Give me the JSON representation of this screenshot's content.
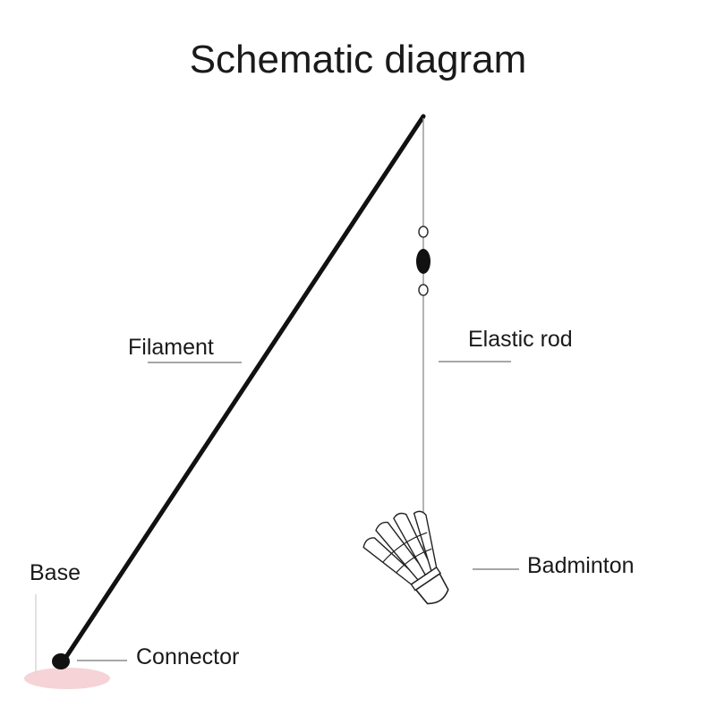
{
  "title": "Schematic diagram",
  "labels": {
    "filament": "Filament",
    "elastic_rod": "Elastic rod",
    "base": "Base",
    "connector": "Connector",
    "badminton": "Badminton"
  },
  "colors": {
    "ink": "#111111",
    "leader": "#8a8a8a",
    "base_pad": "#f3c8cc"
  }
}
